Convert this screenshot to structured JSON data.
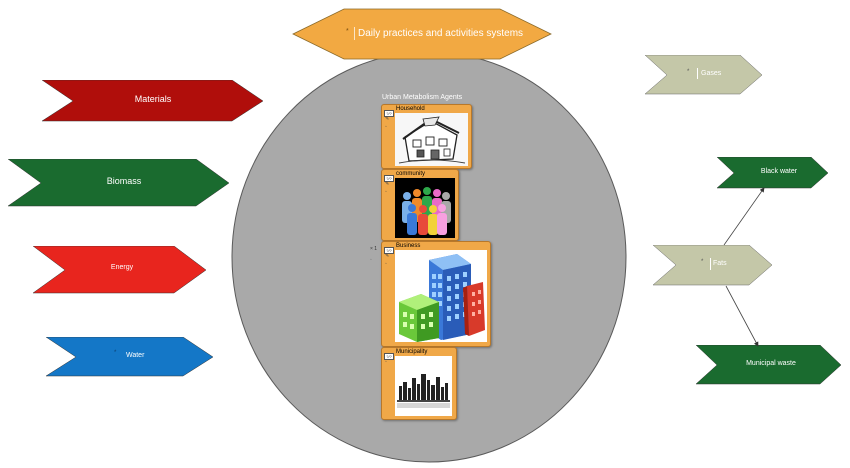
{
  "diagram": {
    "header": {
      "label": "Daily practices and activities systems",
      "marker": "*",
      "color": "#f2a942"
    },
    "boundary": {
      "title": "Urban Metabolism Agents",
      "color": "#a9a9a9"
    },
    "inputs": [
      {
        "id": "materials",
        "label": "Materials",
        "color": "#b00e0b"
      },
      {
        "id": "biomass",
        "label": "Biomass",
        "color": "#1a6b2f"
      },
      {
        "id": "energy",
        "label": "Energy",
        "color": "#e8251e"
      },
      {
        "id": "water",
        "label": "Water",
        "color": "#1477c7",
        "marker": "*"
      }
    ],
    "agents": [
      {
        "id": "household",
        "title": "Household",
        "badge": "?/?",
        "tool": "✎",
        "icon": "house-sketch-icon"
      },
      {
        "id": "community",
        "title": "community",
        "badge": "?/?",
        "tool": "✎",
        "icon": "people-group-icon"
      },
      {
        "id": "business",
        "title": "Business",
        "badge": "?/?",
        "tool": "✎",
        "icon": "office-buildings-icon"
      },
      {
        "id": "municipality",
        "title": "Municipality",
        "badge": "?/?",
        "tool": "✎",
        "icon": "city-skyline-icon"
      }
    ],
    "outputs": [
      {
        "id": "gases",
        "label": "Gases",
        "marker": "*",
        "color": "#c4c7a8"
      },
      {
        "id": "fats",
        "label": "Fats",
        "marker": "*",
        "color": "#c4c7a8"
      },
      {
        "id": "black-water",
        "label": "Black water",
        "color": "#1a6b2f"
      },
      {
        "id": "municipal-waste",
        "label": "Municipal waste",
        "color": "#1a6b2f"
      }
    ],
    "side_marker": "× 1"
  }
}
